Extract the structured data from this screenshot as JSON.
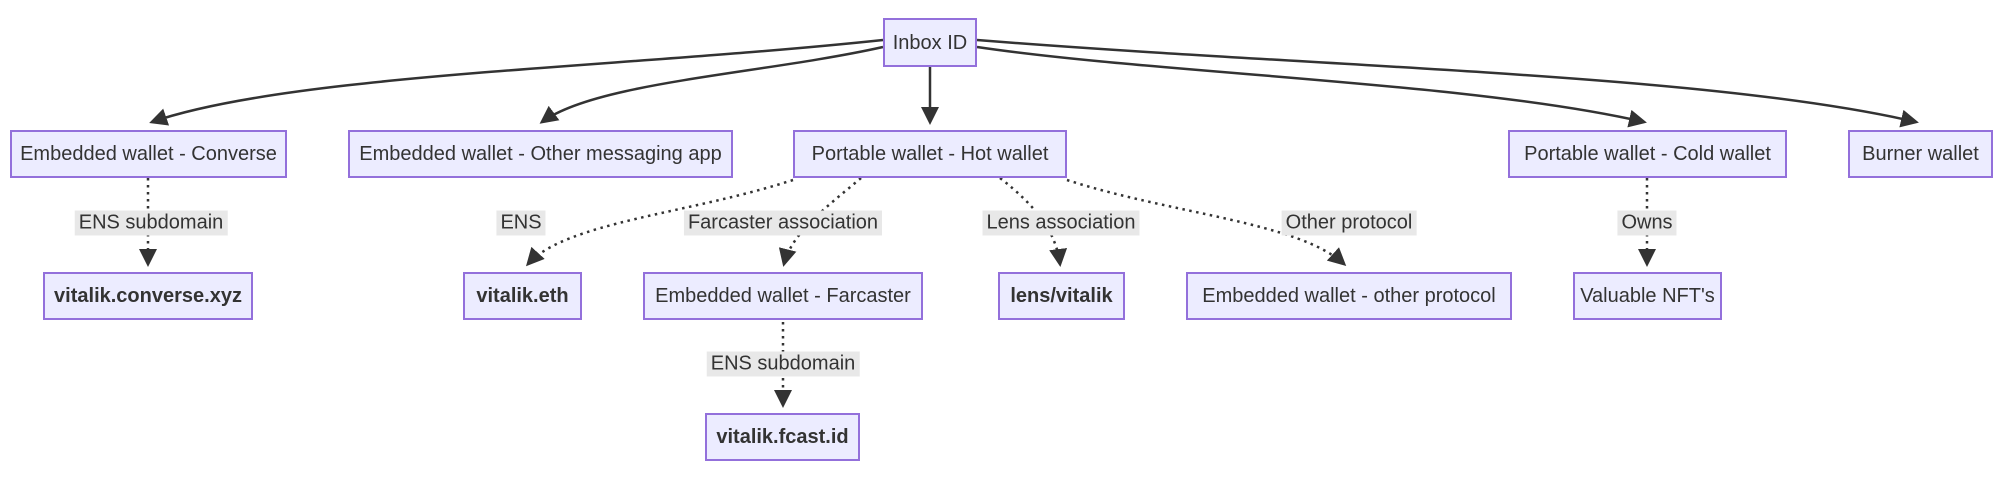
{
  "diagram": {
    "kind": "flowchart",
    "background_color": "#ffffff",
    "node_fill_color": "#ECECFF",
    "node_border_color": "#9370DB",
    "text_color": "#333333",
    "edge_color": "#333333",
    "edge_label_background": "#e8e8e8"
  },
  "nodes": {
    "inbox": {
      "label": "Inbox ID"
    },
    "converse": {
      "label": "Embedded wallet - Converse"
    },
    "other_messaging": {
      "label": "Embedded wallet - Other messaging app"
    },
    "hot": {
      "label": "Portable wallet - Hot wallet"
    },
    "cold": {
      "label": "Portable wallet - Cold wallet"
    },
    "burner": {
      "label": "Burner wallet"
    },
    "converse_xyz": {
      "label": "vitalik.converse.xyz"
    },
    "vitalik_eth": {
      "label": "vitalik.eth"
    },
    "farcaster": {
      "label": "Embedded wallet - Farcaster"
    },
    "lens": {
      "label": "lens/vitalik"
    },
    "other_protocol": {
      "label": "Embedded wallet - other protocol"
    },
    "nfts": {
      "label": "Valuable NFT's"
    },
    "fcast": {
      "label": "vitalik.fcast.id"
    }
  },
  "edges": [
    {
      "from": "Inbox ID",
      "to": "Embedded wallet - Converse",
      "style": "solid",
      "label": ""
    },
    {
      "from": "Inbox ID",
      "to": "Embedded wallet - Other messaging app",
      "style": "solid",
      "label": ""
    },
    {
      "from": "Inbox ID",
      "to": "Portable wallet - Hot wallet",
      "style": "solid",
      "label": ""
    },
    {
      "from": "Inbox ID",
      "to": "Portable wallet - Cold wallet",
      "style": "solid",
      "label": ""
    },
    {
      "from": "Inbox ID",
      "to": "Burner wallet",
      "style": "solid",
      "label": ""
    },
    {
      "from": "Embedded wallet - Converse",
      "to": "vitalik.converse.xyz",
      "style": "dotted",
      "label": "ENS subdomain"
    },
    {
      "from": "Portable wallet - Hot wallet",
      "to": "vitalik.eth",
      "style": "dotted",
      "label": "ENS"
    },
    {
      "from": "Portable wallet - Hot wallet",
      "to": "Embedded wallet - Farcaster",
      "style": "dotted",
      "label": "Farcaster association"
    },
    {
      "from": "Portable wallet - Hot wallet",
      "to": "lens/vitalik",
      "style": "dotted",
      "label": "Lens association"
    },
    {
      "from": "Portable wallet - Hot wallet",
      "to": "Embedded wallet - other protocol",
      "style": "dotted",
      "label": "Other protocol"
    },
    {
      "from": "Portable wallet - Cold wallet",
      "to": "Valuable NFT's",
      "style": "dotted",
      "label": "Owns"
    },
    {
      "from": "Embedded wallet - Farcaster",
      "to": "vitalik.fcast.id",
      "style": "dotted",
      "label": "ENS subdomain"
    }
  ]
}
